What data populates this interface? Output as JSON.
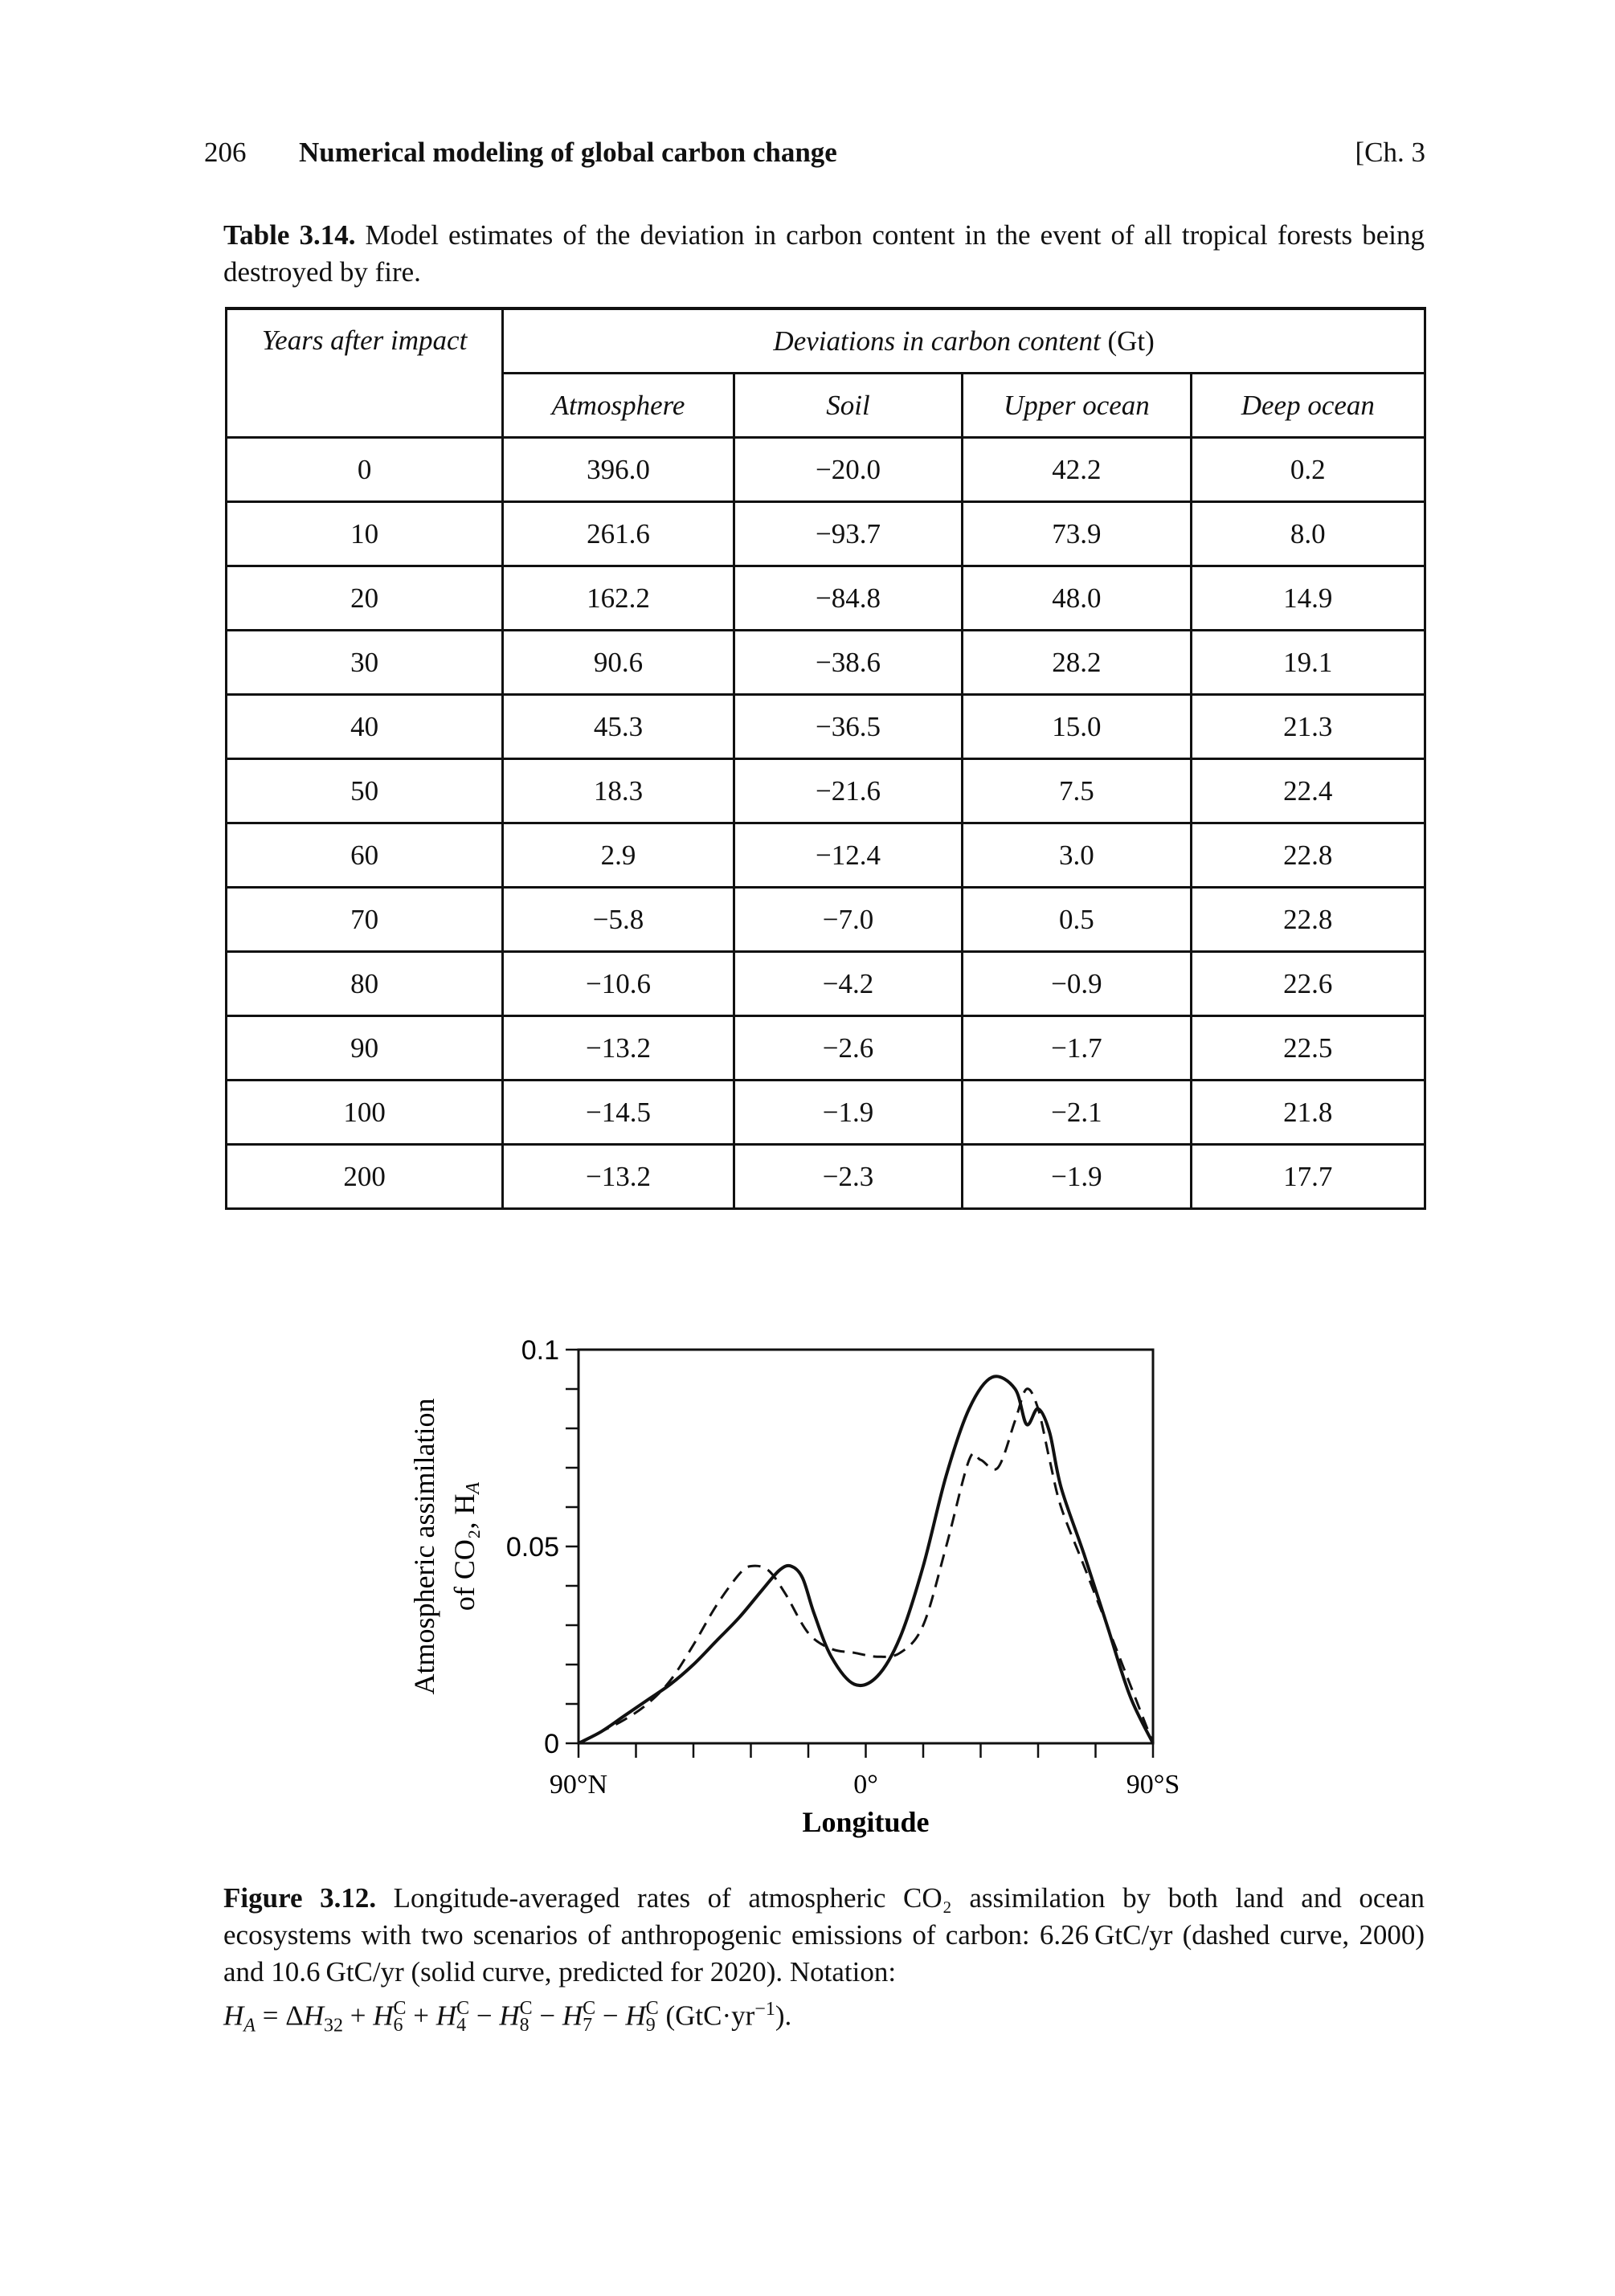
{
  "header": {
    "page_number": "206",
    "running_title": "Numerical modeling of global carbon change",
    "chapter": "[Ch. 3"
  },
  "table": {
    "caption_label": "Table 3.14.",
    "caption_text": "Model estimates of the deviation in carbon content in the event of all tropical forests being destroyed by fire.",
    "col_years": "Years after impact",
    "group_header_italic": "Deviations in carbon content",
    "group_header_unit": "(Gt)",
    "columns": [
      "Atmosphere",
      "Soil",
      "Upper ocean",
      "Deep ocean"
    ],
    "rows": [
      [
        "0",
        "396.0",
        "−20.0",
        "42.2",
        "0.2"
      ],
      [
        "10",
        "261.6",
        "−93.7",
        "73.9",
        "8.0"
      ],
      [
        "20",
        "162.2",
        "−84.8",
        "48.0",
        "14.9"
      ],
      [
        "30",
        "90.6",
        "−38.6",
        "28.2",
        "19.1"
      ],
      [
        "40",
        "45.3",
        "−36.5",
        "15.0",
        "21.3"
      ],
      [
        "50",
        "18.3",
        "−21.6",
        "7.5",
        "22.4"
      ],
      [
        "60",
        "2.9",
        "−12.4",
        "3.0",
        "22.8"
      ],
      [
        "70",
        "−5.8",
        "−7.0",
        "0.5",
        "22.8"
      ],
      [
        "80",
        "−10.6",
        "−4.2",
        "−0.9",
        "22.6"
      ],
      [
        "90",
        "−13.2",
        "−2.6",
        "−1.7",
        "22.5"
      ],
      [
        "100",
        "−14.5",
        "−1.9",
        "−2.1",
        "21.8"
      ],
      [
        "200",
        "−13.2",
        "−2.3",
        "−1.9",
        "17.7"
      ]
    ]
  },
  "chart_data": {
    "type": "line",
    "ylabel_line1": "Atmospheric assimilation",
    "ylabel_line2": "of CO₂, H",
    "ylabel_sub": "A",
    "xlabel": "Longitude",
    "x_tick_labels": [
      "90°N",
      "0°",
      "90°S"
    ],
    "y_tick_labels": [
      "0",
      "0.05",
      "0.1"
    ],
    "ylim": [
      0,
      0.1
    ],
    "xlim": [
      0,
      10
    ],
    "grid": false,
    "series": [
      {
        "style": "dashed",
        "x": [
          0,
          0.4,
          0.8,
          1.2,
          1.6,
          2.0,
          2.4,
          2.8,
          3.0,
          3.3,
          3.6,
          4.0,
          4.4,
          4.8,
          5.2,
          5.6,
          6.0,
          6.4,
          6.8,
          7.0,
          7.3,
          7.6,
          7.8,
          8.0,
          8.2,
          8.4,
          8.8,
          9.2,
          9.6,
          10.0
        ],
        "y": [
          0.0,
          0.003,
          0.006,
          0.01,
          0.016,
          0.025,
          0.035,
          0.043,
          0.045,
          0.044,
          0.038,
          0.028,
          0.024,
          0.023,
          0.022,
          0.023,
          0.03,
          0.05,
          0.072,
          0.072,
          0.07,
          0.082,
          0.09,
          0.085,
          0.072,
          0.06,
          0.045,
          0.03,
          0.015,
          0.0
        ]
      },
      {
        "style": "solid",
        "x": [
          0,
          0.4,
          0.8,
          1.2,
          1.6,
          2.0,
          2.4,
          2.8,
          3.2,
          3.5,
          3.7,
          3.9,
          4.1,
          4.4,
          4.8,
          5.2,
          5.6,
          6.0,
          6.4,
          6.8,
          7.2,
          7.6,
          7.8,
          8.0,
          8.2,
          8.4,
          8.8,
          9.2,
          9.6,
          10.0
        ],
        "y": [
          0.0,
          0.003,
          0.007,
          0.011,
          0.015,
          0.02,
          0.026,
          0.032,
          0.039,
          0.044,
          0.045,
          0.042,
          0.033,
          0.022,
          0.015,
          0.017,
          0.027,
          0.045,
          0.068,
          0.085,
          0.093,
          0.09,
          0.081,
          0.085,
          0.079,
          0.065,
          0.048,
          0.03,
          0.012,
          0.0
        ]
      }
    ]
  },
  "figure": {
    "caption_label": "Figure 3.12.",
    "caption_line1": "Longitude-averaged rates of atmospheric CO₂ assimilation by both land and ocean ecosystems with two scenarios of anthropogenic emissions of carbon: 6.26 GtC/yr (dashed curve, 2000) and 10.6 GtC/yr (solid curve, predicted for 2020). Notation:",
    "caption_formula": "H_A = ΔH32 + H6C + H4C − H8C − H7C − H9C (GtC·yr⁻¹)."
  }
}
